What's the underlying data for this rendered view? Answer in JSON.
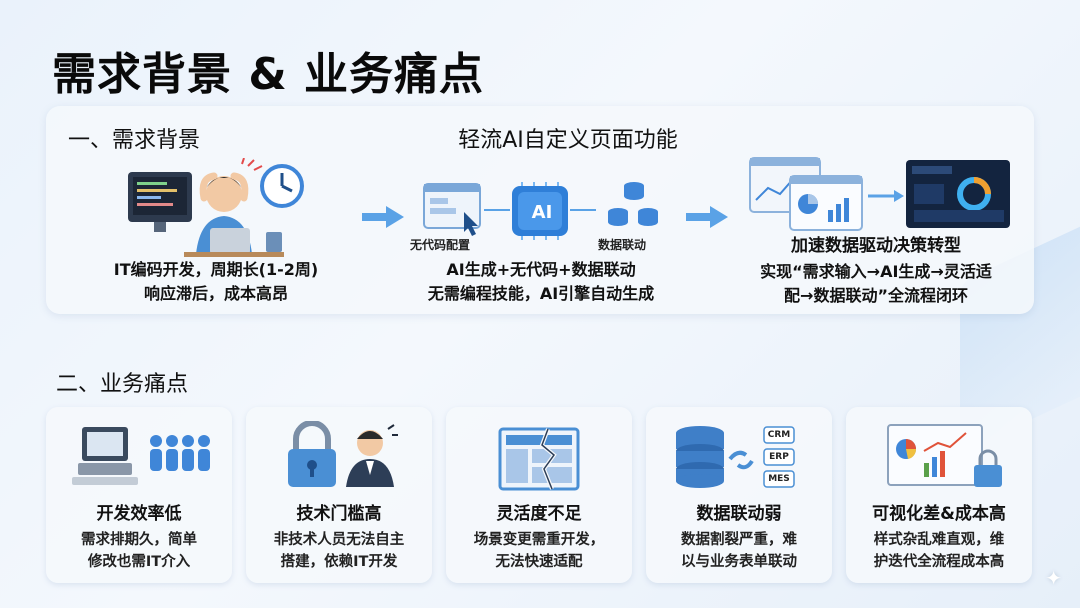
{
  "title": "需求背景 & 业务痛点",
  "background": {
    "section_title": "一、需求背景",
    "center_title": "轻流AI自定义页面功能",
    "left": {
      "line1": "IT编码开发，周期长(1-2周)",
      "line2": "响应滞后，成本高昂"
    },
    "middle": {
      "label_nocode": "无代码配置",
      "label_ai": "AI",
      "label_data": "数据联动",
      "line1": "AI生成+无代码+数据联动",
      "line2": "无需编程技能，AI引擎自动生成"
    },
    "right": {
      "line1": "加速数据驱动决策转型",
      "line2": "实现“需求输入→AI生成→灵活适",
      "line3": "配→数据联动”全流程闭环"
    }
  },
  "pain": {
    "section_title": "二、业务痛点",
    "cards": [
      {
        "title": "开发效率低",
        "desc1": "需求排期久，简单",
        "desc2": "修改也需IT介入"
      },
      {
        "title": "技术门槛高",
        "desc1": "非技术人员无法自主",
        "desc2": "搭建，依赖IT开发"
      },
      {
        "title": "灵活度不足",
        "desc1": "场景变更需重开发，",
        "desc2": "无法快速适配"
      },
      {
        "title": "数据联动弱",
        "desc1": "数据割裂严重，难",
        "desc2": "以与业务表单联动",
        "tags": [
          "CRM",
          "ERP",
          "MES"
        ]
      },
      {
        "title": "可视化差&成本高",
        "desc1": "样式杂乱难直观，维",
        "desc2": "护迭代全流程成本高"
      }
    ]
  },
  "colors": {
    "accent": "#3f86d8",
    "dark_blue": "#1f4f8a",
    "arrow": "#5aa2e6"
  }
}
